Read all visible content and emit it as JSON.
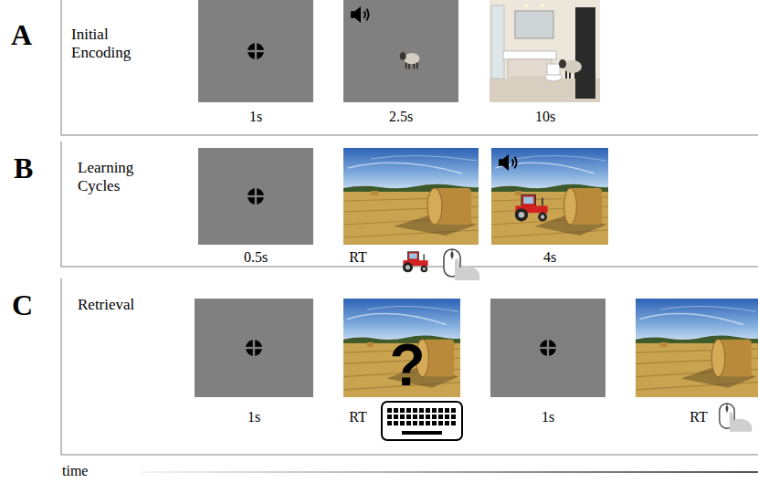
{
  "diagram": {
    "nodes": [
      {
        "text": [
          "A",
          "Initial Encoding"
        ]
      },
      {
        "text": [
          "B",
          "Learning Cycles"
        ]
      },
      {
        "text": [
          "C",
          "Retrieval"
        ]
      }
    ],
    "labels": [
      "1s",
      "2.5s",
      "10s",
      "0.5s",
      "RT",
      "4s",
      "?",
      "1s",
      "RT",
      "1s",
      "RT",
      "time"
    ]
  }
}
